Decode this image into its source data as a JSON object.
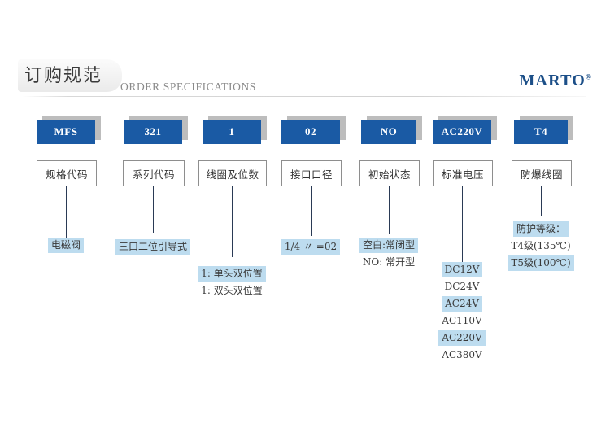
{
  "header": {
    "title_cn": "订购规范",
    "title_en": "ORDER SPECIFICATIONS",
    "brand": "MARTO",
    "brand_mark": "®",
    "accent_blue": "#1a5aa4",
    "highlight_blue": "#bddcef",
    "brand_color": "#1c4f88"
  },
  "columns": [
    {
      "code": "MFS",
      "label": "规格代码",
      "details": [
        {
          "text": "电磁阀",
          "highlight": true
        }
      ]
    },
    {
      "code": "321",
      "label": "系列代码",
      "details": [
        {
          "text": "三口二位引导式",
          "highlight": true
        }
      ]
    },
    {
      "code": "1",
      "label": "线圈及位数",
      "details": [
        {
          "text": "1: 单头双位置",
          "highlight": true
        },
        {
          "text": "1: 双头双位置",
          "highlight": false
        }
      ]
    },
    {
      "code": "02",
      "label": "接口口径",
      "details": [
        {
          "text": "1/4 〃 =02",
          "highlight": true
        }
      ]
    },
    {
      "code": "NO",
      "label": "初始状态",
      "details": [
        {
          "text": "空白:常闭型",
          "highlight": true
        },
        {
          "text": "NO: 常开型",
          "highlight": false
        }
      ]
    },
    {
      "code": "AC220V",
      "label": "标准电压",
      "details": [
        {
          "text": "DC12V",
          "highlight": true
        },
        {
          "text": "DC24V",
          "highlight": false
        },
        {
          "text": "AC24V",
          "highlight": true
        },
        {
          "text": "AC110V",
          "highlight": false
        },
        {
          "text": "AC220V",
          "highlight": true
        },
        {
          "text": "AC380V",
          "highlight": false
        }
      ]
    },
    {
      "code": "T4",
      "label": "防爆线圈",
      "details": [
        {
          "text": "防护等级：",
          "highlight": true
        },
        {
          "text": "T4级(135℃)",
          "highlight": false
        },
        {
          "text": "T5级(100℃)",
          "highlight": true
        }
      ]
    }
  ]
}
